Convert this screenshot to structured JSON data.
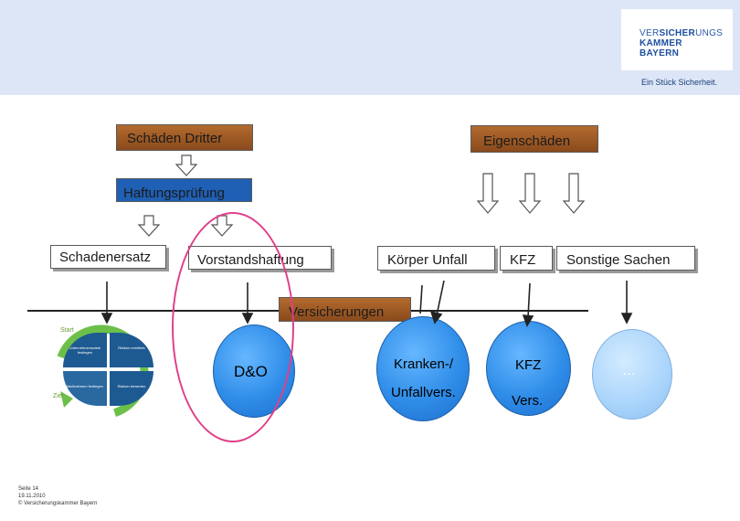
{
  "header": {
    "logo": {
      "line1_a": "VER",
      "line1_b": "SICHER",
      "line1_c": "UNGS",
      "line2": "KAMMER",
      "line3": "BAYERN"
    },
    "tagline": "Ein Stück Sicherheit."
  },
  "boxes": {
    "schaeden_dritter": "Schäden Dritter",
    "eigenschaeden": "Eigenschäden",
    "haftungspruefung": "Haftungsprüfung",
    "schadenersatz": "Schadenersatz",
    "vorstandshaftung": "Vorstandshaftung",
    "koerper_unfall": "Körper Unfall",
    "kfz": "KFZ",
    "sonstige_sachen": "Sonstige Sachen",
    "versicherungen": "Versicherungen"
  },
  "circles": {
    "do": "D&O",
    "kranken_line1": "Kranken-/",
    "kranken_line2": "Unfallvers.",
    "kfz_line1": "KFZ",
    "kfz_line2": "Vers.",
    "sonstige": "…"
  },
  "wheel": {
    "start": "Start",
    "ziel": "Ziel",
    "q1": "Unternehmensziele festlegen",
    "q2": "Risiken ermitteln",
    "q3": "Maßnahmen festlegen",
    "q4": "Risiken bewerten"
  },
  "footer": {
    "page": "Seite 14",
    "date": "19.11.2010",
    "copyright": "© Versicherungskammer Bayern"
  },
  "colors": {
    "header_band": "#dce6f7",
    "brown_box": "#a35c26",
    "blue_box": "#1f5fb4",
    "circle_blue": "#2f8de8",
    "circle_pale": "#a9d4fb",
    "highlight_ellipse": "#e0408a",
    "logo_blue": "#1c4fa0"
  }
}
